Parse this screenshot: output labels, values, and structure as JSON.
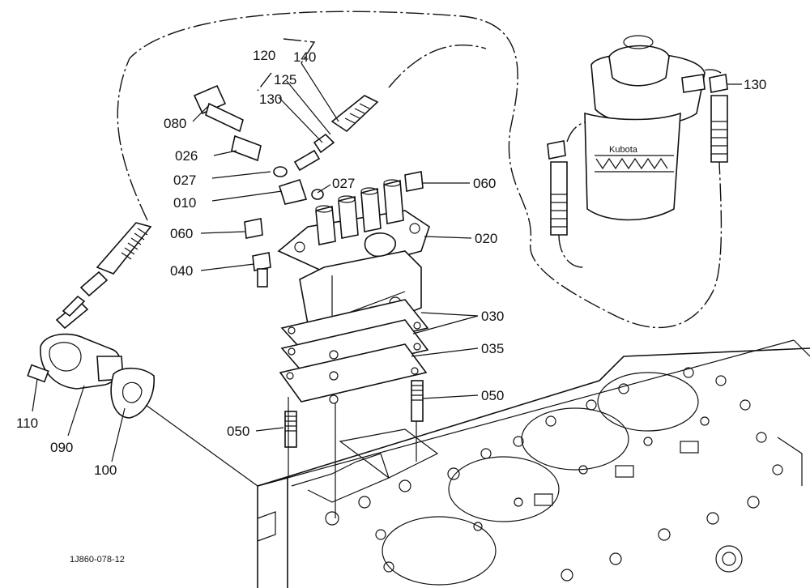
{
  "diagram_code": "1J860-078-12",
  "callouts": {
    "c120": "120",
    "c140": "140",
    "c125": "125",
    "c130a": "130",
    "c130b": "130",
    "c080": "080",
    "c026": "026",
    "c027a": "027",
    "c027b": "027",
    "c010": "010",
    "c060a": "060",
    "c060b": "060",
    "c020": "020",
    "c040": "040",
    "c030": "030",
    "c035": "035",
    "c050a": "050",
    "c050b": "050",
    "c110": "110",
    "c090": "090",
    "c100": "100"
  },
  "filter_brand": "Kubota",
  "icons": [
    "fuel-filter-icon",
    "injection-pump-icon",
    "cylinder-block-icon",
    "fuel-pump-icon",
    "fuel-hose-icon"
  ]
}
